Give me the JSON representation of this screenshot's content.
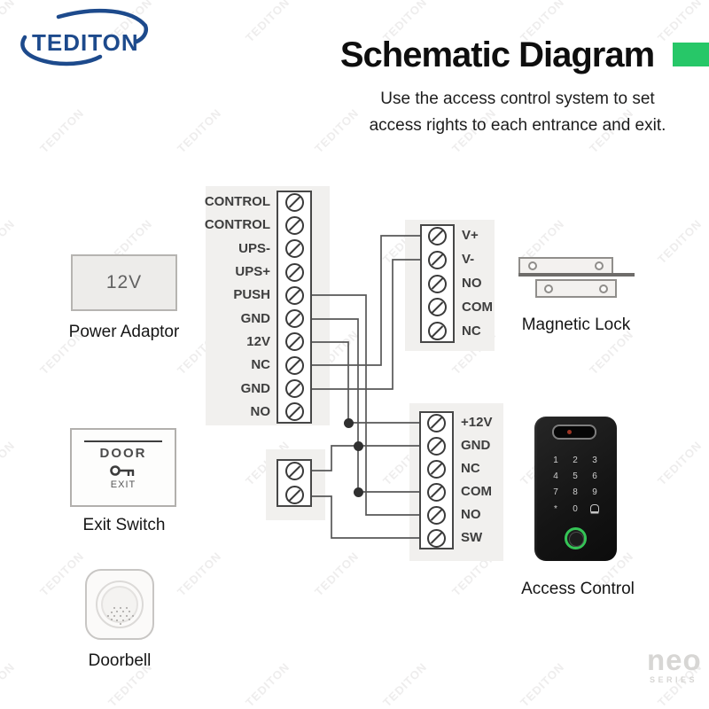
{
  "brand": {
    "logo_text": "TEDITON",
    "logo_color": "#1d4a8c",
    "watermark_text": "TEDITON"
  },
  "header": {
    "title": "Schematic Diagram",
    "subtitle_line1": "Use the access control system to set",
    "subtitle_line2": "access rights to each entrance and exit.",
    "accent_color": "#27c768"
  },
  "components": {
    "power_adaptor": {
      "box_text": "12V",
      "label": "Power Adaptor"
    },
    "exit_switch": {
      "door_text": "DOOR",
      "exit_text": "EXIT",
      "label": "Exit Switch"
    },
    "doorbell": {
      "label": "Doorbell"
    },
    "magnetic_lock": {
      "label": "Magnetic Lock"
    },
    "access_control": {
      "label": "Access Control",
      "keypad": [
        [
          "1",
          "2",
          "3"
        ],
        [
          "4",
          "5",
          "6"
        ],
        [
          "7",
          "8",
          "9"
        ],
        [
          "*",
          "0",
          "bell"
        ]
      ]
    }
  },
  "terminal_blocks": {
    "main": {
      "labels": [
        "CONTROL",
        "CONTROL",
        "UPS-",
        "UPS+",
        "PUSH",
        "GND",
        "12V",
        "NC",
        "GND",
        "NO"
      ]
    },
    "lock": {
      "labels": [
        "V+",
        "V-",
        "NO",
        "COM",
        "NC"
      ]
    },
    "access": {
      "labels": [
        "+12V",
        "GND",
        "NC",
        "COM",
        "NO",
        "SW"
      ]
    },
    "switch": {
      "labels": [
        "",
        ""
      ]
    }
  },
  "footer": {
    "series_name": "neo",
    "series_sub": "SERIES"
  }
}
